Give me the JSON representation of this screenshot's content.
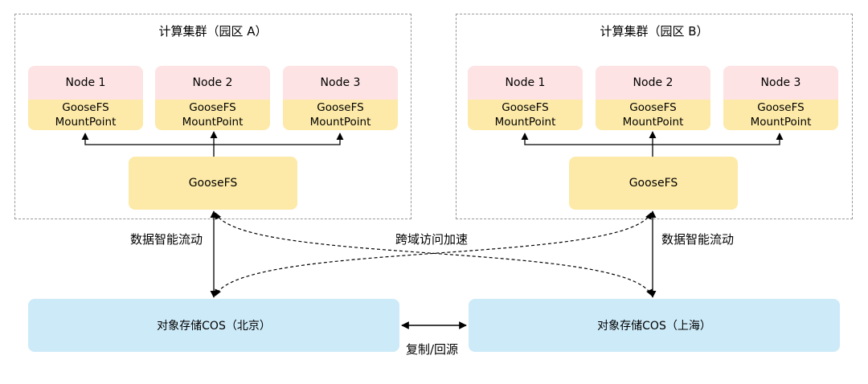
{
  "clusters": [
    {
      "title": "计算集群（园区 A）",
      "nodes": [
        {
          "name": "Node 1",
          "fs": "GooseFS",
          "mount": "MountPoint"
        },
        {
          "name": "Node 2",
          "fs": "GooseFS",
          "mount": "MountPoint"
        },
        {
          "name": "Node 3",
          "fs": "GooseFS",
          "mount": "MountPoint"
        }
      ],
      "goosefs": "GooseFS"
    },
    {
      "title": "计算集群（园区 B）",
      "nodes": [
        {
          "name": "Node 1",
          "fs": "GooseFS",
          "mount": "MountPoint"
        },
        {
          "name": "Node 2",
          "fs": "GooseFS",
          "mount": "MountPoint"
        },
        {
          "name": "Node 3",
          "fs": "GooseFS",
          "mount": "MountPoint"
        }
      ],
      "goosefs": "GooseFS"
    }
  ],
  "cos": {
    "beijing": "对象存储COS（北京）",
    "shanghai": "对象存储COS（上海）"
  },
  "labels": {
    "flow_left": "数据智能流动",
    "flow_right": "数据智能流动",
    "cross_region": "跨域访问加速",
    "replication": "复制/回源"
  },
  "colors": {
    "node_header": "#fde3e3",
    "goosefs": "#fdeaa8",
    "cos": "#cdeaf8",
    "cluster_border": "#9a9a9a",
    "arrow": "#000000"
  }
}
